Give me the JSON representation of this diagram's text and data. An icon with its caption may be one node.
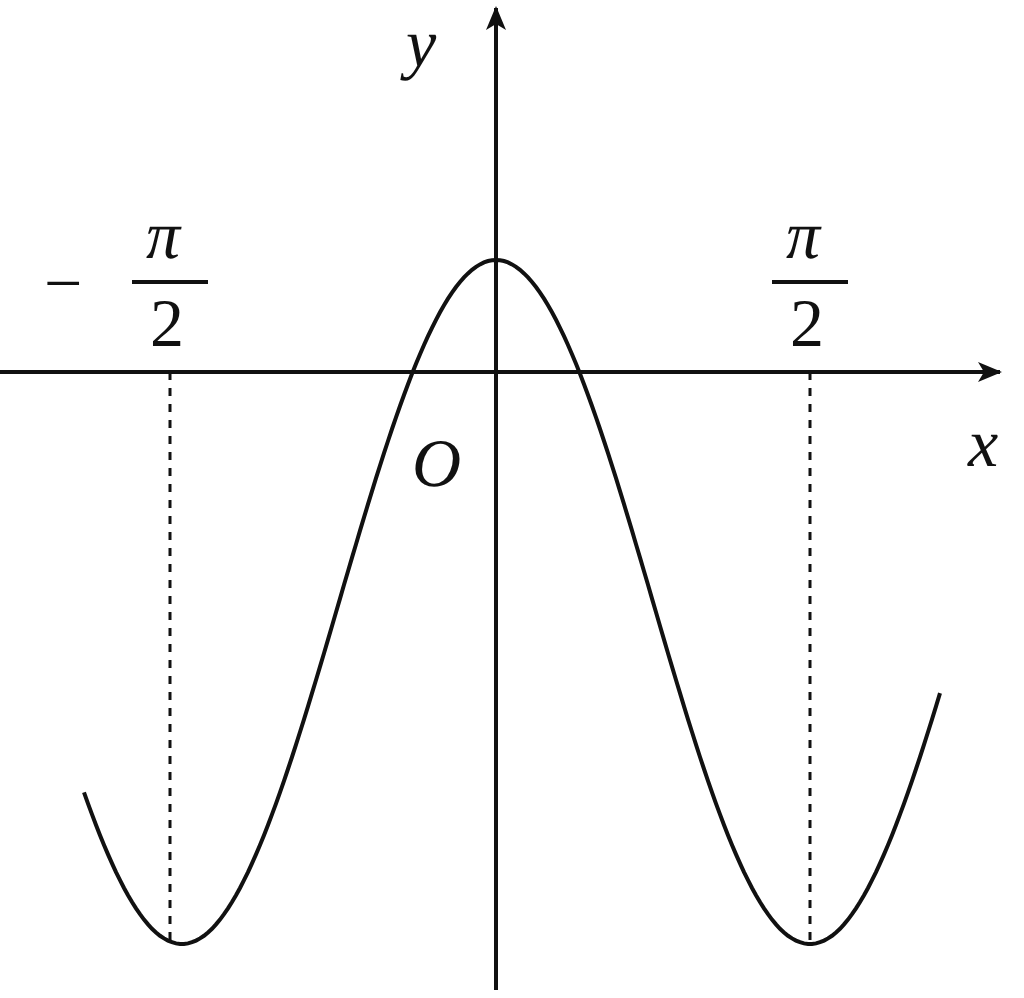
{
  "diagram": {
    "labels": [
      "y",
      "−",
      "π",
      "π",
      "2",
      "2",
      "x",
      "O"
    ]
  }
}
